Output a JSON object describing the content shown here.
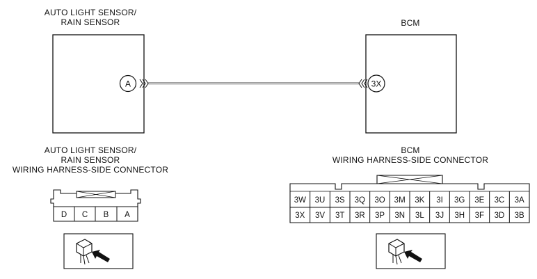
{
  "labels": {
    "sensor_title": [
      "AUTO LIGHT SENSOR/",
      "RAIN SENSOR"
    ],
    "bcm_title": "BCM",
    "sensor_connector_title": [
      "AUTO LIGHT SENSOR/",
      "RAIN SENSOR",
      "WIRING HARNESS-SIDE CONNECTOR"
    ],
    "bcm_connector_title": [
      "BCM",
      "WIRING HARNESS-SIDE CONNECTOR"
    ]
  },
  "connectors": {
    "sensor_connector_id": "A",
    "bcm_connector_id": "3X"
  },
  "sensor_pins": [
    "D",
    "C",
    "B",
    "A"
  ],
  "bcm_pins": {
    "top_row": [
      "3W",
      "3U",
      "3S",
      "3Q",
      "3O",
      "3M",
      "3K",
      "3I",
      "3G",
      "3E",
      "3C",
      "3A"
    ],
    "bottom_row": [
      "3X",
      "3V",
      "3T",
      "3R",
      "3P",
      "3N",
      "3L",
      "3J",
      "3H",
      "3F",
      "3D",
      "3B"
    ]
  },
  "icons": {
    "sensor_view": "connector-view-arrow-icon",
    "bcm_view": "connector-view-arrow-icon"
  }
}
